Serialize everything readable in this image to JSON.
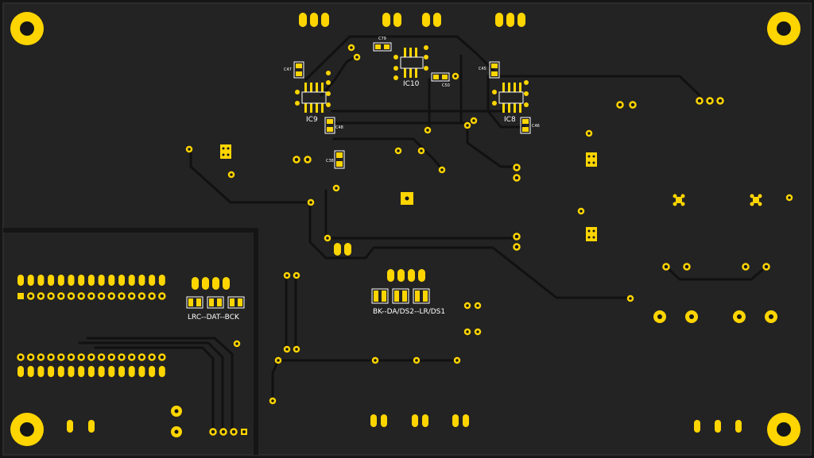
{
  "colors": {
    "background": "#161616",
    "board": "#232323",
    "trace": "#111111",
    "copper": "#ffd500",
    "silkscreen": "#ffffff"
  },
  "labels": {
    "ic9": "IC9",
    "ic10": "IC10",
    "ic8": "IC8",
    "c47": "C47",
    "c79": "C79",
    "c45": "C45",
    "c50": "C50",
    "c48": "C48",
    "c46": "C46",
    "c38": "C38",
    "jumper_left": "LRC--DAT--BCK",
    "jumper_right": "BK--DA/DS2--LR/DS1"
  }
}
